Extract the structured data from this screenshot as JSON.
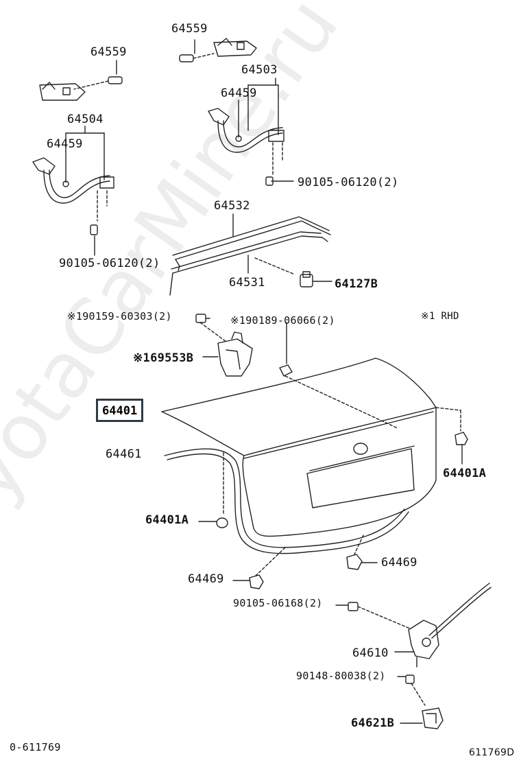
{
  "watermark": "ToyotaCarMine.ru",
  "note": "※1 RHD",
  "labels": {
    "p64559_top": "64559",
    "p64559_left": "64559",
    "p64503": "64503",
    "p64459_right": "64459",
    "p64504": "64504",
    "p64459_left": "64459",
    "p90105_06120_right": "90105-06120(2)",
    "p90105_06120_left": "90105-06120(2)",
    "p64532": "64532",
    "p64531": "64531",
    "p64127B": "64127B",
    "p90159_60303": "※190159-60303(2)",
    "p90189_06066": "※190189-06066(2)",
    "p69553B": "※169553B",
    "p64401": "64401",
    "p64461": "64461",
    "p64401A_right": "64401A",
    "p64401A_left": "64401A",
    "p64469_right": "64469",
    "p64469_left": "64469",
    "p90105_06168": "90105-06168(2)",
    "p64610": "64610",
    "p90148_80038": "90148-80038(2)",
    "p64621B": "64621B"
  },
  "footer": {
    "left_code": "0-611769",
    "right_code": "611769D"
  }
}
